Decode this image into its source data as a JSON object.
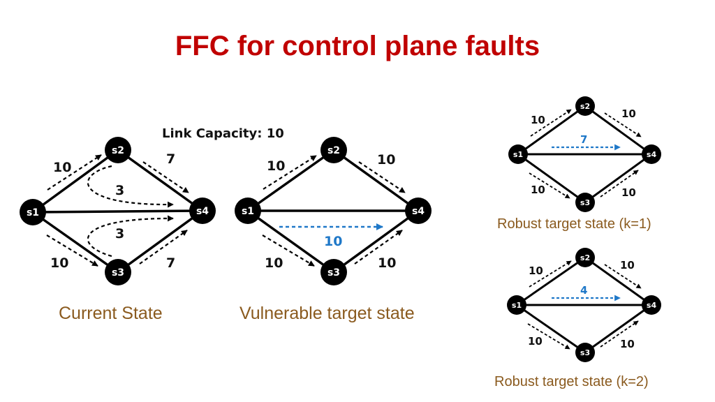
{
  "title": "FFC for control plane faults",
  "link_capacity": "Link Capacity: 10",
  "colors": {
    "title": "#c00000",
    "caption": "#8a5a1e",
    "flow_blue": "#1f78c8",
    "link": "#000000"
  },
  "nodes": {
    "s1": "s1",
    "s2": "s2",
    "s3": "s3",
    "s4": "s4"
  },
  "diagrams": {
    "current": {
      "caption": "Current State",
      "labels": {
        "s1_s2": "10",
        "s2_s4": "7",
        "upper_detour": "3",
        "lower_detour": "3",
        "s1_s3": "10",
        "s3_s4": "7"
      }
    },
    "vulnerable": {
      "caption": "Vulnerable target state",
      "labels": {
        "s1_s2": "10",
        "s2_s4": "10",
        "direct": "10",
        "s1_s3": "10",
        "s3_s4": "10"
      }
    },
    "robust_k1": {
      "caption": "Robust target state (k=1)",
      "labels": {
        "s1_s2": "10",
        "s2_s4": "10",
        "direct": "7",
        "s1_s3": "10",
        "s3_s4": "10"
      }
    },
    "robust_k2": {
      "caption": "Robust target state (k=2)",
      "labels": {
        "s1_s2": "10",
        "s2_s4": "10",
        "direct": "4",
        "s1_s3": "10",
        "s3_s4": "10"
      }
    }
  }
}
